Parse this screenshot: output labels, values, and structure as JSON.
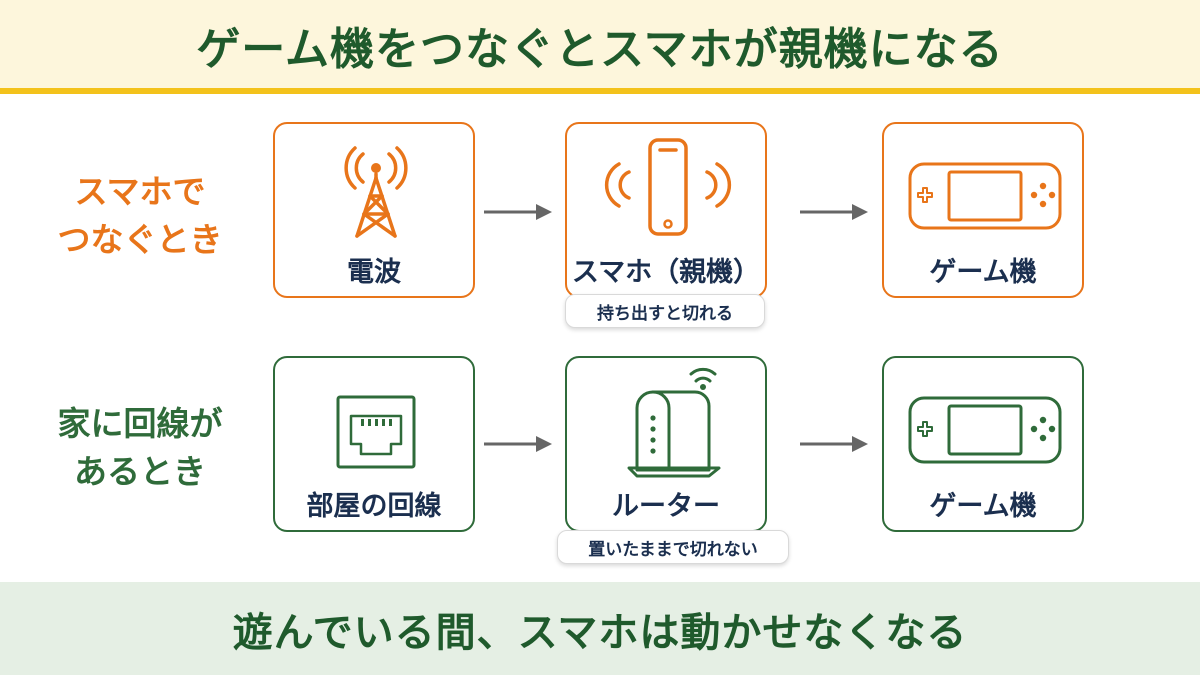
{
  "title": "ゲーム機をつなぐとスマホが親機になる",
  "footer": "遊んでいる間、スマホは動かせなくなる",
  "rows": [
    {
      "label_lines": [
        "スマホで",
        "つなぐとき"
      ],
      "nodes": [
        {
          "label": "電波",
          "icon": "radio-tower-icon"
        },
        {
          "label": "スマホ（親機）",
          "icon": "smartphone-icon"
        },
        {
          "label": "ゲーム機",
          "icon": "game-console-icon"
        }
      ],
      "note": "持ち出すと切れる"
    },
    {
      "label_lines": [
        "家に回線が",
        "あるとき"
      ],
      "nodes": [
        {
          "label": "部屋の回線",
          "icon": "lan-port-icon"
        },
        {
          "label": "ルーター",
          "icon": "router-icon"
        },
        {
          "label": "ゲーム機",
          "icon": "game-console-icon"
        }
      ],
      "note": "置いたままで切れない"
    }
  ],
  "colors": {
    "orange": "#e8751a",
    "green": "#2f6b3a",
    "title_green": "#1f5a2c",
    "header_bg": "#fdf6dc",
    "header_line": "#f3c21b",
    "footer_bg": "#e5efe4",
    "label_navy": "#1b2f4f"
  }
}
